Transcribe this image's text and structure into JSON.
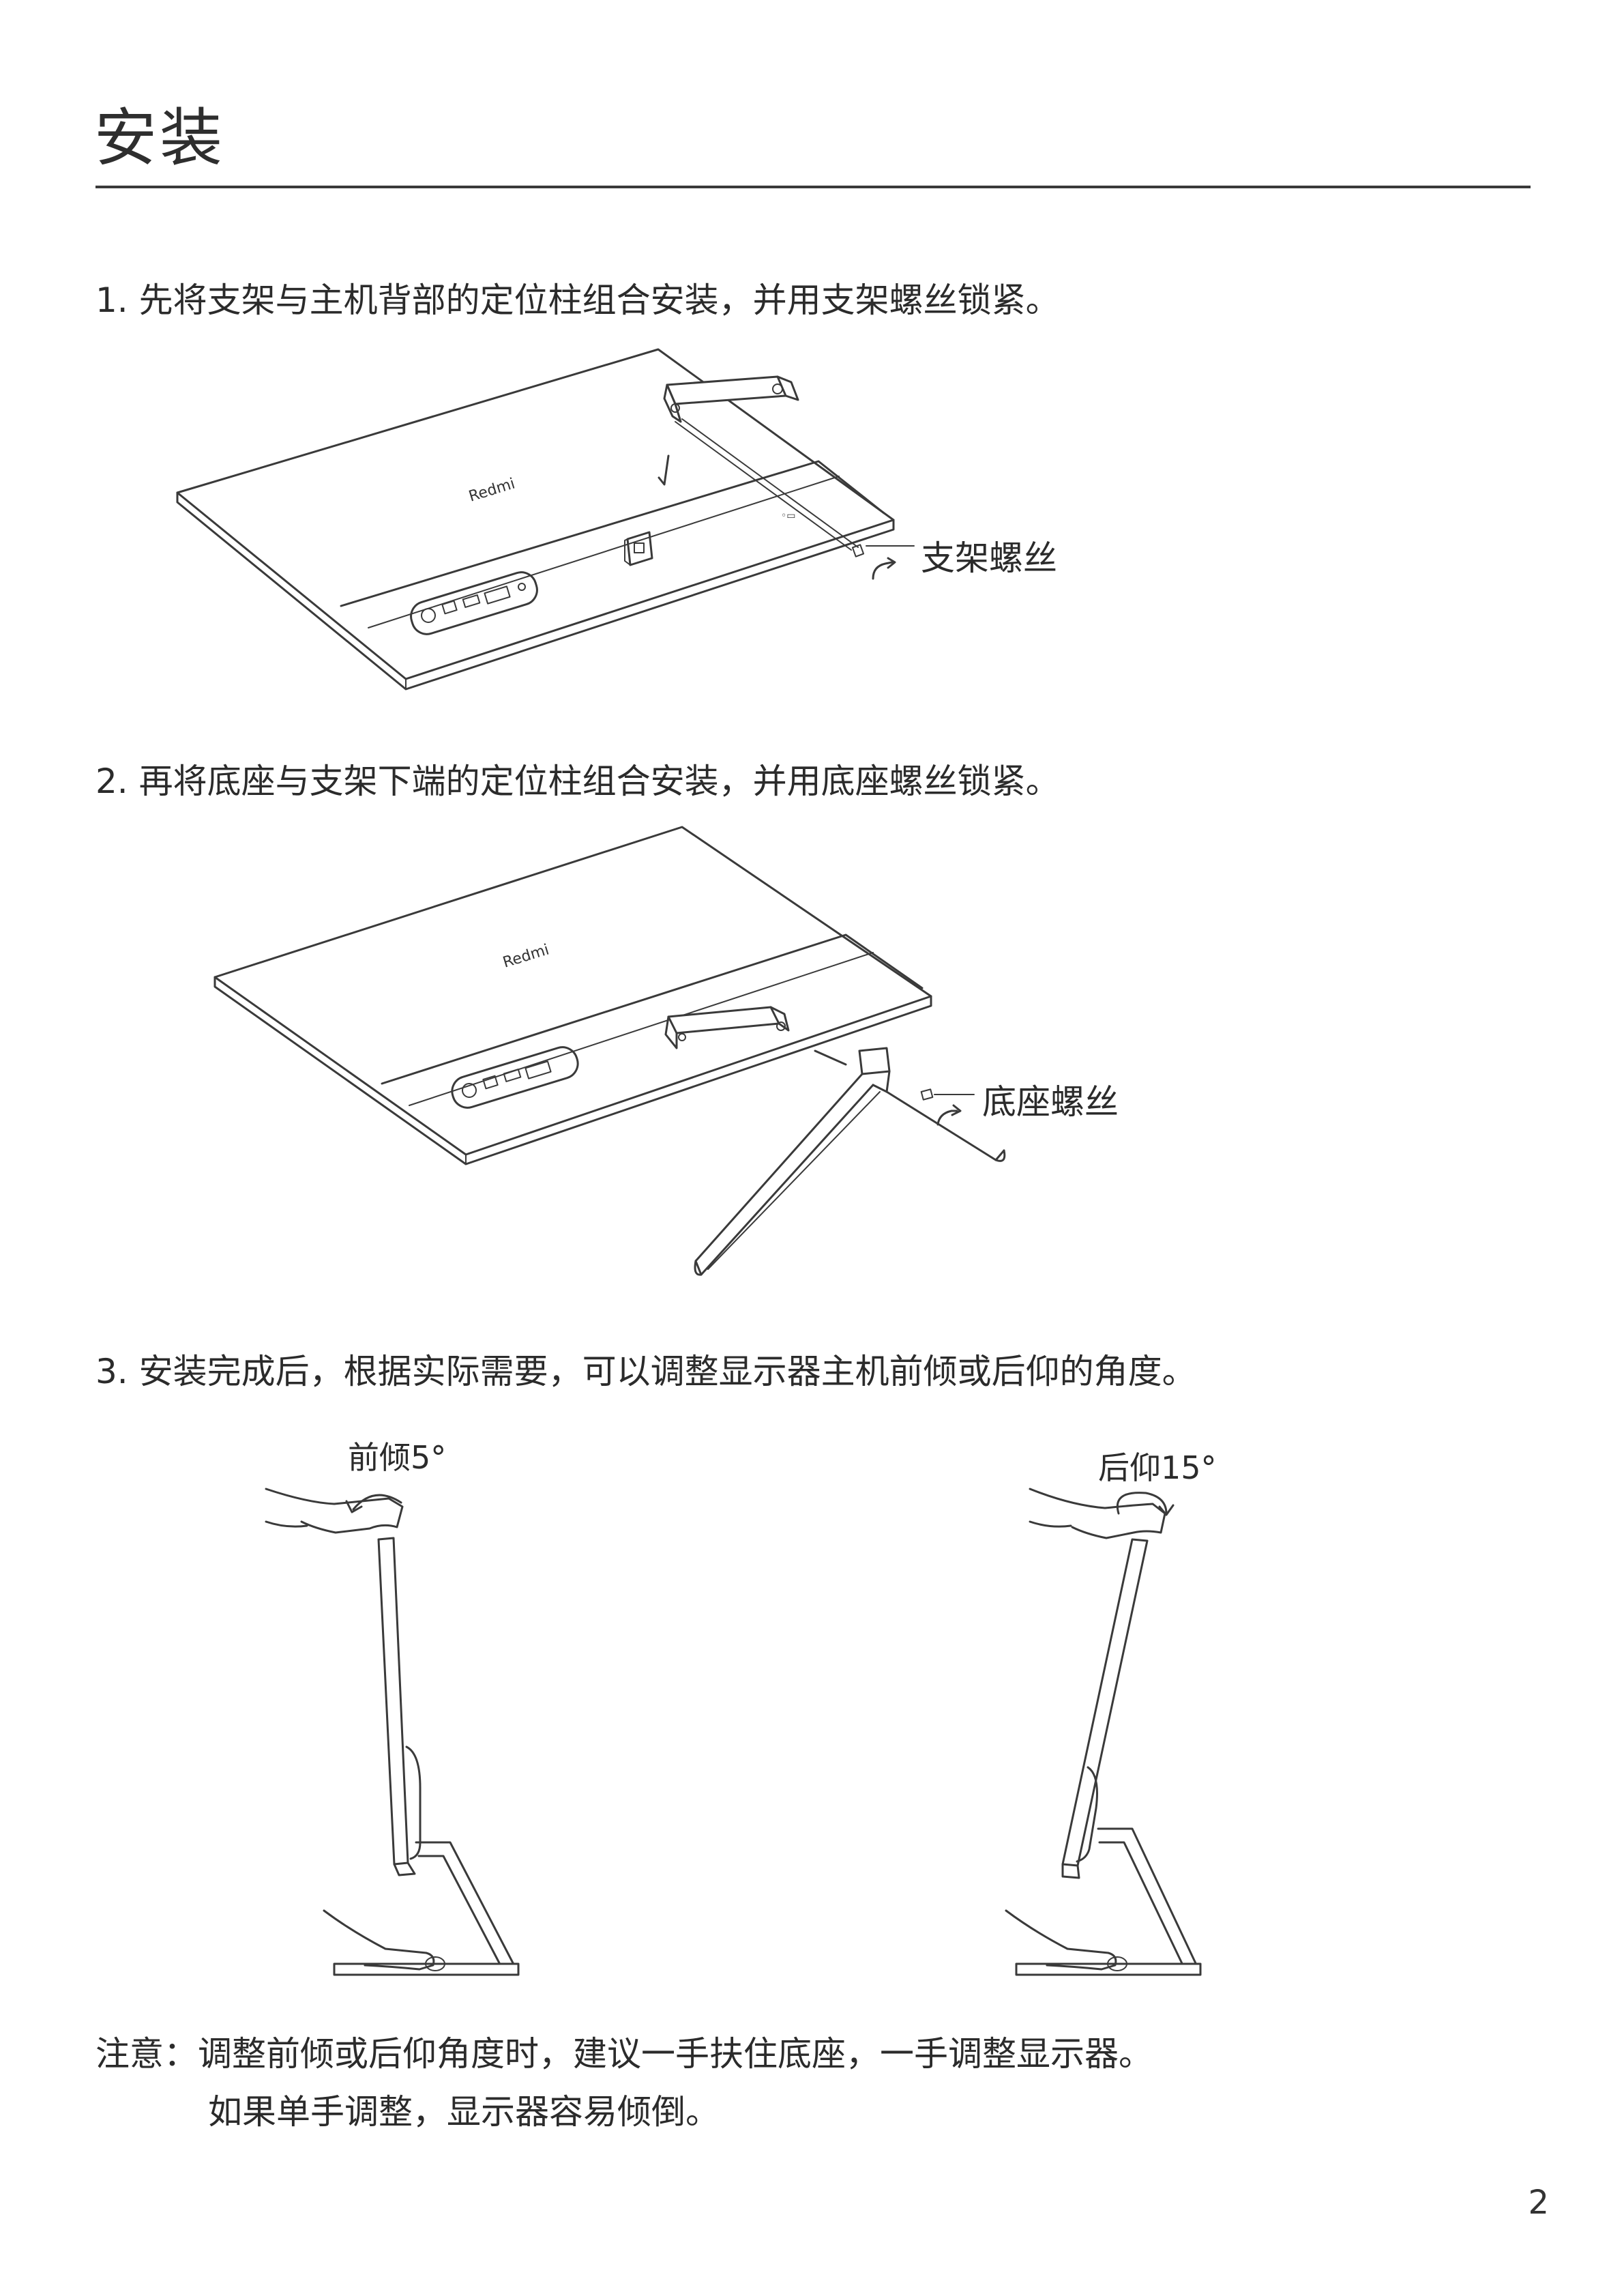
{
  "title": "安装",
  "steps": [
    {
      "text": "1. 先将支架与主机背部的定位柱组合安装，并用支架螺丝锁紧。",
      "callout": "支架螺丝",
      "brand": "Redmi"
    },
    {
      "text": "2. 再将底座与支架下端的定位柱组合安装，并用底座螺丝锁紧。",
      "callout": "底座螺丝",
      "brand": "Redmi"
    },
    {
      "text": "3. 安装完成后，根据实际需要，可以调整显示器主机前倾或后仰的角度。",
      "tilt_forward": "前倾5°",
      "tilt_back": "后仰15°"
    }
  ],
  "note": {
    "line1": "注意：调整前倾或后仰角度时，建议一手扶住底座，一手调整显示器。",
    "line2": "如果单手调整，显示器容易倾倒。"
  },
  "page_number": "2"
}
